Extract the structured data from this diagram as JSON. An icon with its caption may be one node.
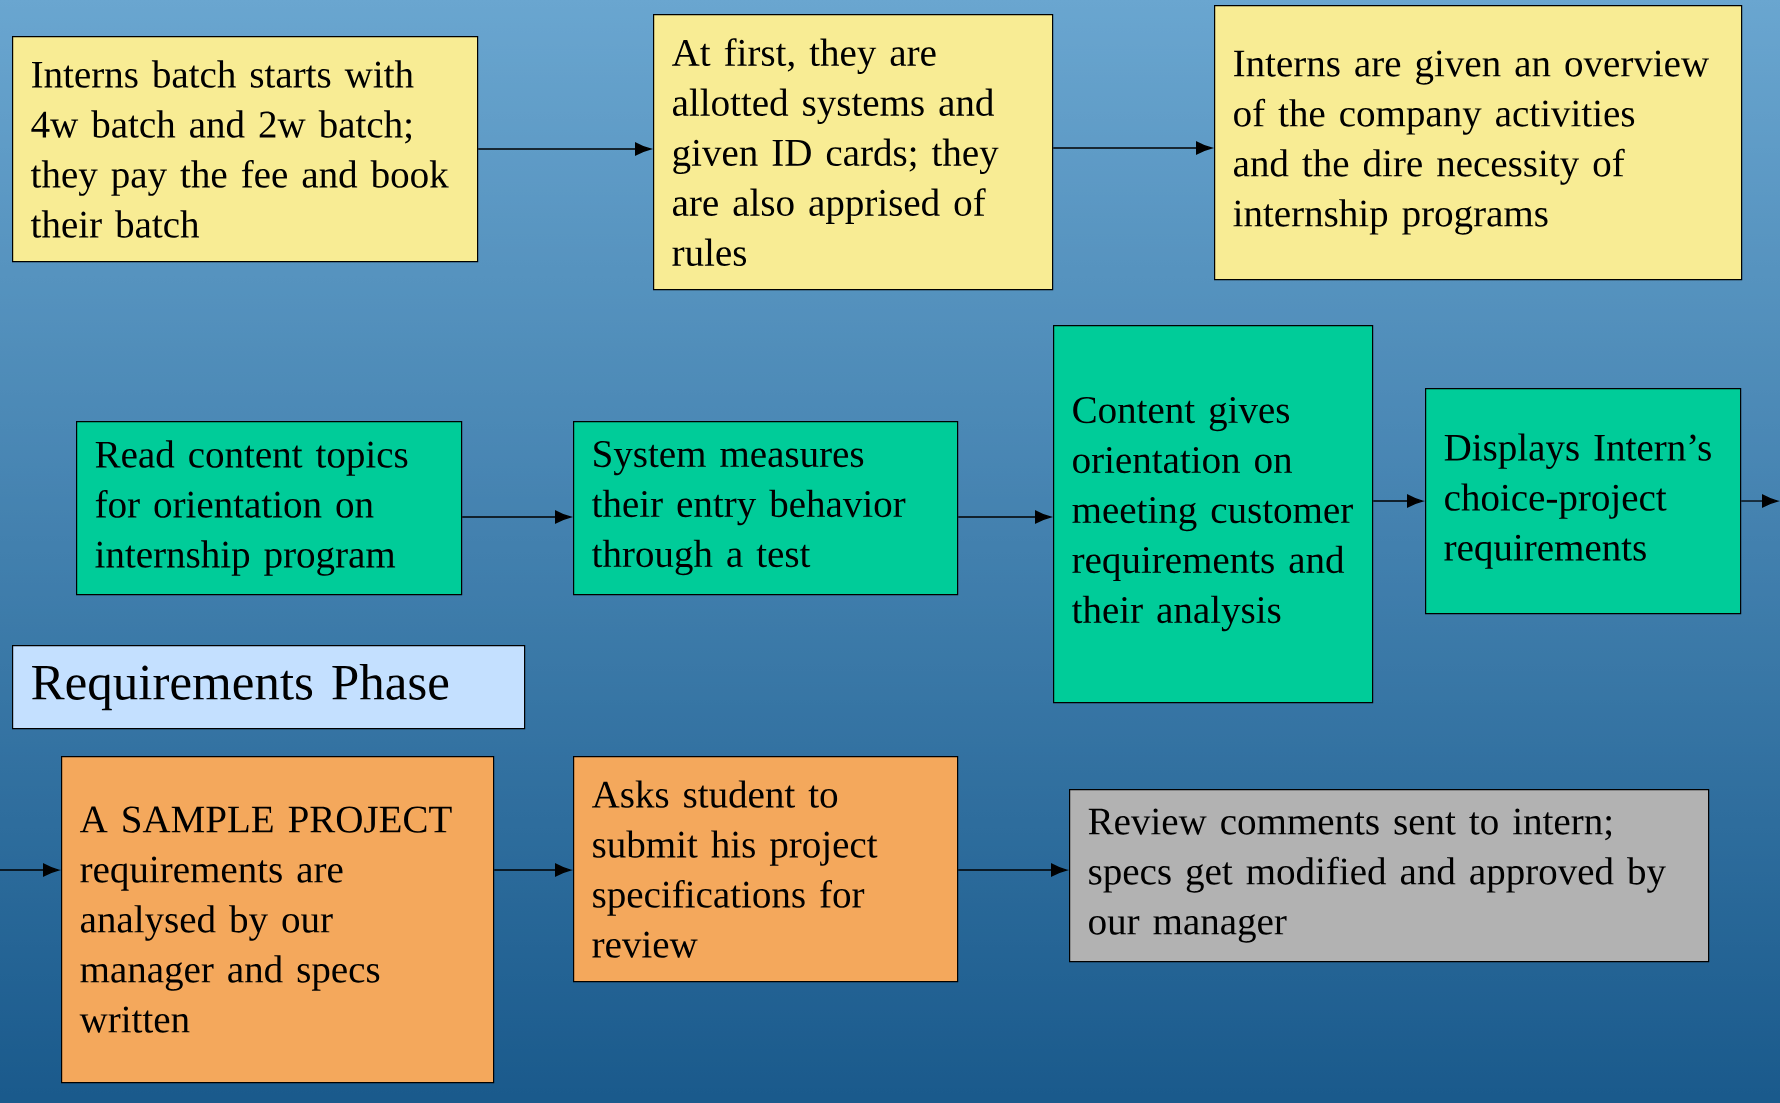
{
  "diagram": {
    "nodes": [
      {
        "text": [
          "Interns batch starts with 4w batch and 2w batch; they pay the fee and book their batch"
        ]
      },
      {
        "text": [
          "At first, they are allotted systems and given ID cards; they are also apprised of rules"
        ]
      },
      {
        "text": [
          "Interns are given an overview of the company activities and the dire necessity of internship programs"
        ]
      },
      {
        "text": [
          "Read content topics for orientation on internship program"
        ]
      },
      {
        "text": [
          "System measures their entry behavior through a test"
        ]
      },
      {
        "text": [
          "Content gives orientation on meeting customer requirements and their analysis"
        ]
      },
      {
        "text": [
          "Displays Intern’s choice-project requirements"
        ]
      },
      {
        "text": [
          "Requirements Phase"
        ]
      },
      {
        "text": [
          "A SAMPLE PROJECT requirements are analysed by our manager and specs written"
        ]
      },
      {
        "text": [
          "Asks student to submit his project specifications for review"
        ]
      },
      {
        "text": [
          "Review comments sent to intern; specs get modified and approved by our manager"
        ]
      }
    ],
    "edges": [
      {
        "from": 0,
        "to": 1,
        "arrow": "to"
      },
      {
        "from": 1,
        "to": 2,
        "arrow": "to"
      },
      {
        "from": 3,
        "to": 4,
        "arrow": "to"
      },
      {
        "from": 4,
        "to": 5,
        "arrow": "to"
      },
      {
        "from": 5,
        "to": 6,
        "arrow": "to"
      },
      {
        "from": 6,
        "to": null,
        "arrow": "to"
      },
      {
        "from": null,
        "to": 8,
        "arrow": "to"
      },
      {
        "from": 8,
        "to": 9,
        "arrow": "to"
      },
      {
        "from": 9,
        "to": 10,
        "arrow": "to"
      }
    ]
  }
}
